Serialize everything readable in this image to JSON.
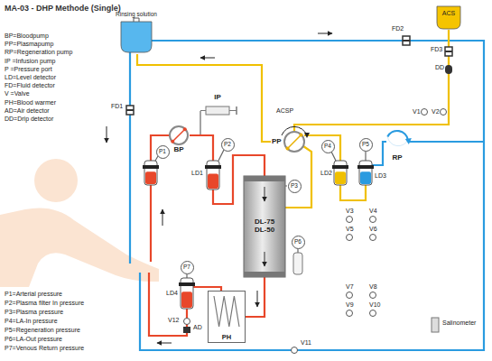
{
  "diagram": {
    "title": "MA-03 - DHP Methode (Single)",
    "nodes": [
      {
        "text": [
          "Rinsing solution"
        ]
      },
      {
        "text": [
          "ACS"
        ]
      },
      {
        "text": [
          "BP"
        ]
      },
      {
        "text": [
          "IP"
        ]
      },
      {
        "text": [
          "PP"
        ]
      },
      {
        "text": [
          "RP"
        ]
      },
      {
        "text": [
          "DL-75 DL-50"
        ]
      },
      {
        "text": [
          "PH"
        ]
      },
      {
        "text": [
          "P1"
        ]
      },
      {
        "text": [
          "P2"
        ]
      },
      {
        "text": [
          "P3"
        ]
      },
      {
        "text": [
          "P4"
        ]
      },
      {
        "text": [
          "P5"
        ]
      },
      {
        "text": [
          "P6"
        ]
      },
      {
        "text": [
          "P7"
        ]
      }
    ],
    "edges": [
      {
        "from": 2,
        "to": 6,
        "arrow": "none"
      },
      {
        "from": 6,
        "to": 7,
        "arrow": "none"
      },
      {
        "from": 1,
        "to": 4,
        "arrow": "none"
      },
      {
        "from": 4,
        "to": 0,
        "arrow": "none"
      }
    ],
    "labels": [
      "BP=Bloodpump",
      "PP=Plasmapump",
      "RP=Regeneration pump",
      "IP =Infusion pump",
      "P =Pressure port",
      "LD=Level detector",
      "FD=Fluid detector",
      "V =Valve",
      "PH=Blood warmer",
      "AD=Air detector",
      "DD=Drip detector",
      "P1=Arterial pressure",
      "P2=Plasma filter In pressure",
      "P3=Plasma pressure",
      "P4=LA-In pressure",
      "P5=Regeneration pressure",
      "P6=LA-Out pressure",
      "P7=Venous Return pressure",
      "FD1",
      "FD2",
      "FD3",
      "DD",
      "V1",
      "V2",
      "V3",
      "V4",
      "V5",
      "V6",
      "V7",
      "V8",
      "V9",
      "V10",
      "V11",
      "V12",
      "AD",
      "LD1",
      "LD2",
      "LD3",
      "LD4",
      "ACSP",
      "Salinometer"
    ]
  }
}
